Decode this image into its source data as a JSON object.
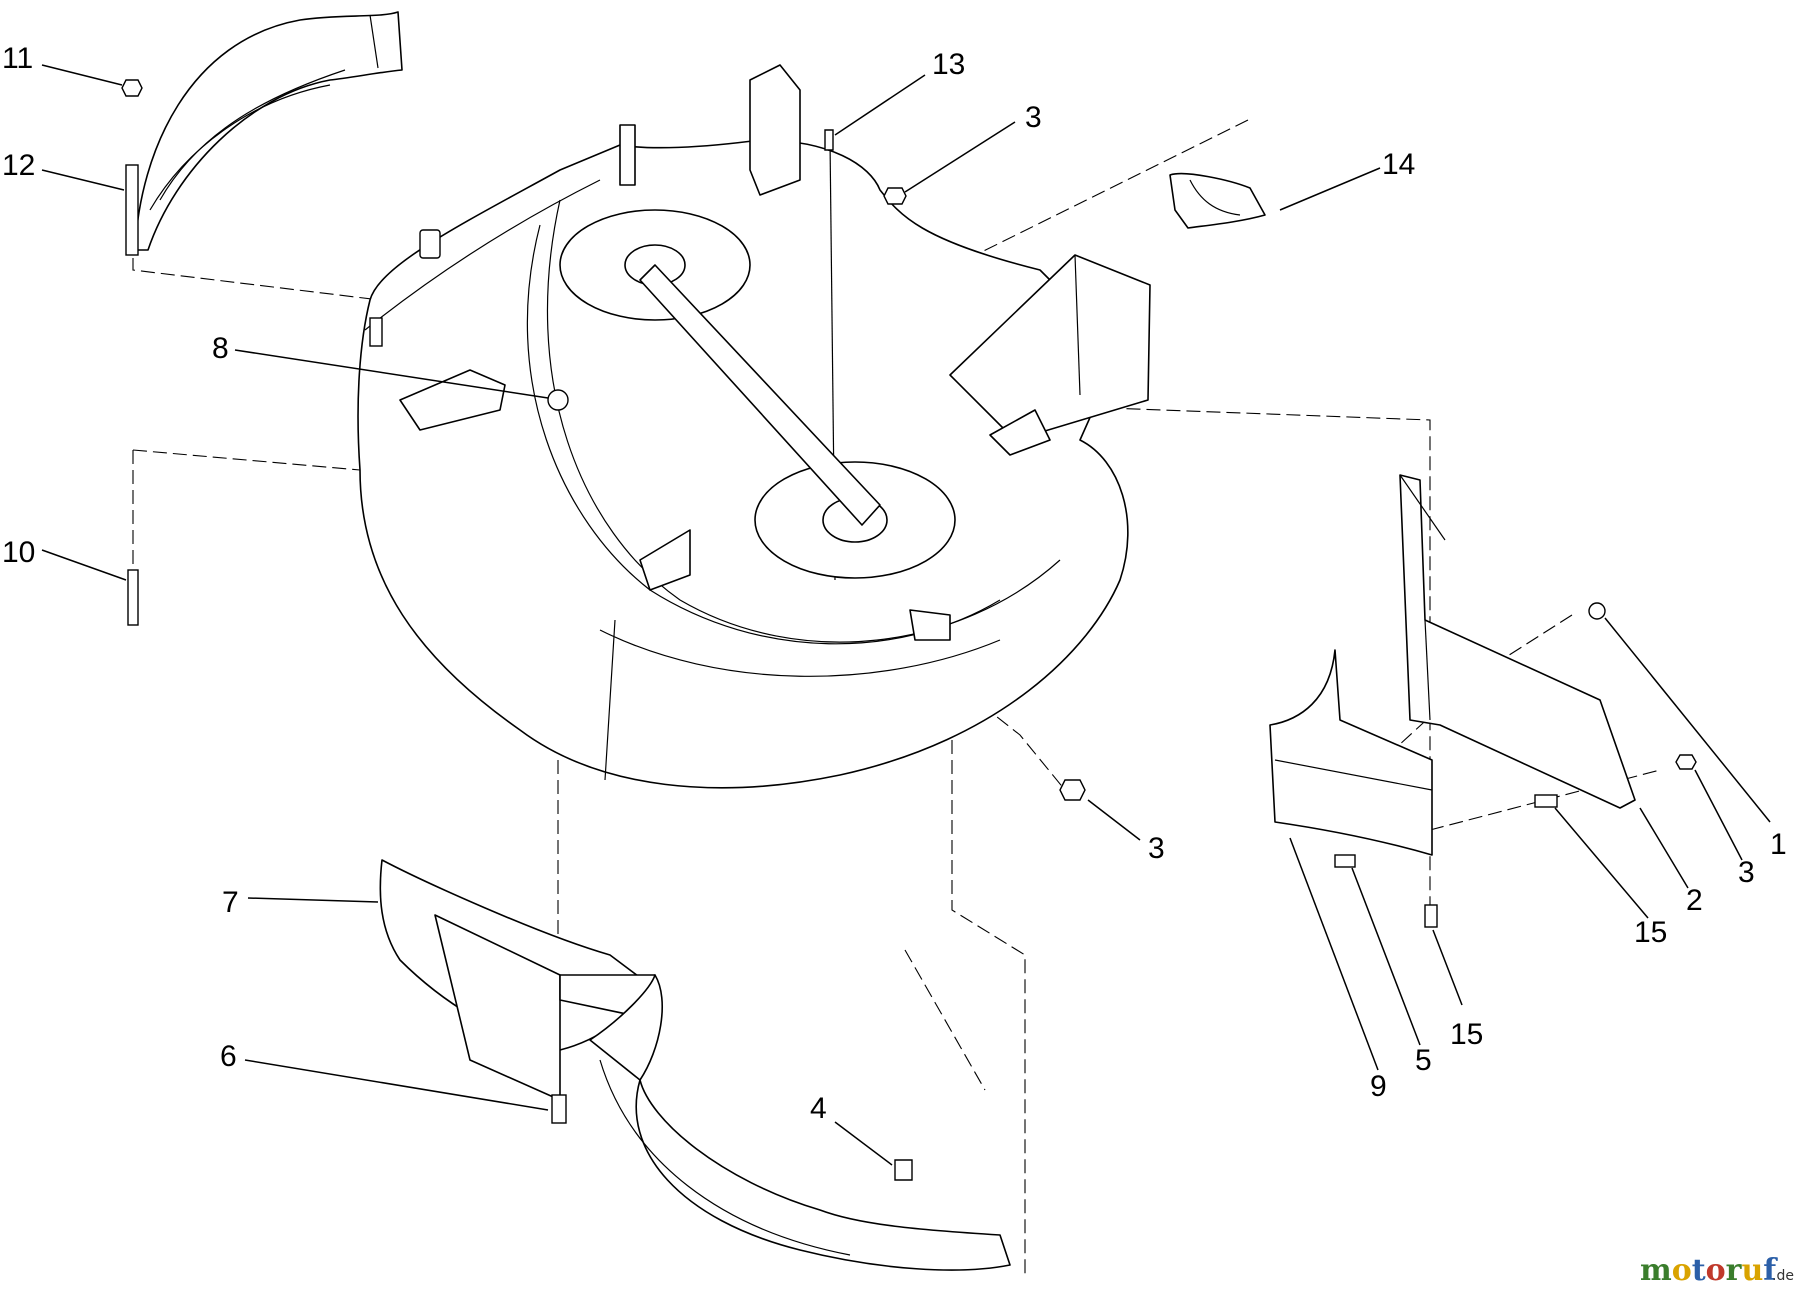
{
  "callouts": [
    {
      "id": "c11",
      "number": "11"
    },
    {
      "id": "c12",
      "number": "12"
    },
    {
      "id": "c13",
      "number": "13"
    },
    {
      "id": "c3a",
      "number": "3"
    },
    {
      "id": "c14",
      "number": "14"
    },
    {
      "id": "c8",
      "number": "8"
    },
    {
      "id": "c10",
      "number": "10"
    },
    {
      "id": "c3b",
      "number": "3"
    },
    {
      "id": "c1",
      "number": "1"
    },
    {
      "id": "c3c",
      "number": "3"
    },
    {
      "id": "c2",
      "number": "2"
    },
    {
      "id": "c15a",
      "number": "15"
    },
    {
      "id": "c7",
      "number": "7"
    },
    {
      "id": "c6",
      "number": "6"
    },
    {
      "id": "c4",
      "number": "4"
    },
    {
      "id": "c9",
      "number": "9"
    },
    {
      "id": "c5",
      "number": "5"
    },
    {
      "id": "c15b",
      "number": "15"
    }
  ],
  "watermark": {
    "main": "motoruf",
    "suffix": ".de",
    "colors": [
      "#3a7d2c",
      "#d9a300",
      "#2b5fa8",
      "#c0392b",
      "#3a7d2c",
      "#d9a300",
      "#2b5fa8"
    ]
  }
}
